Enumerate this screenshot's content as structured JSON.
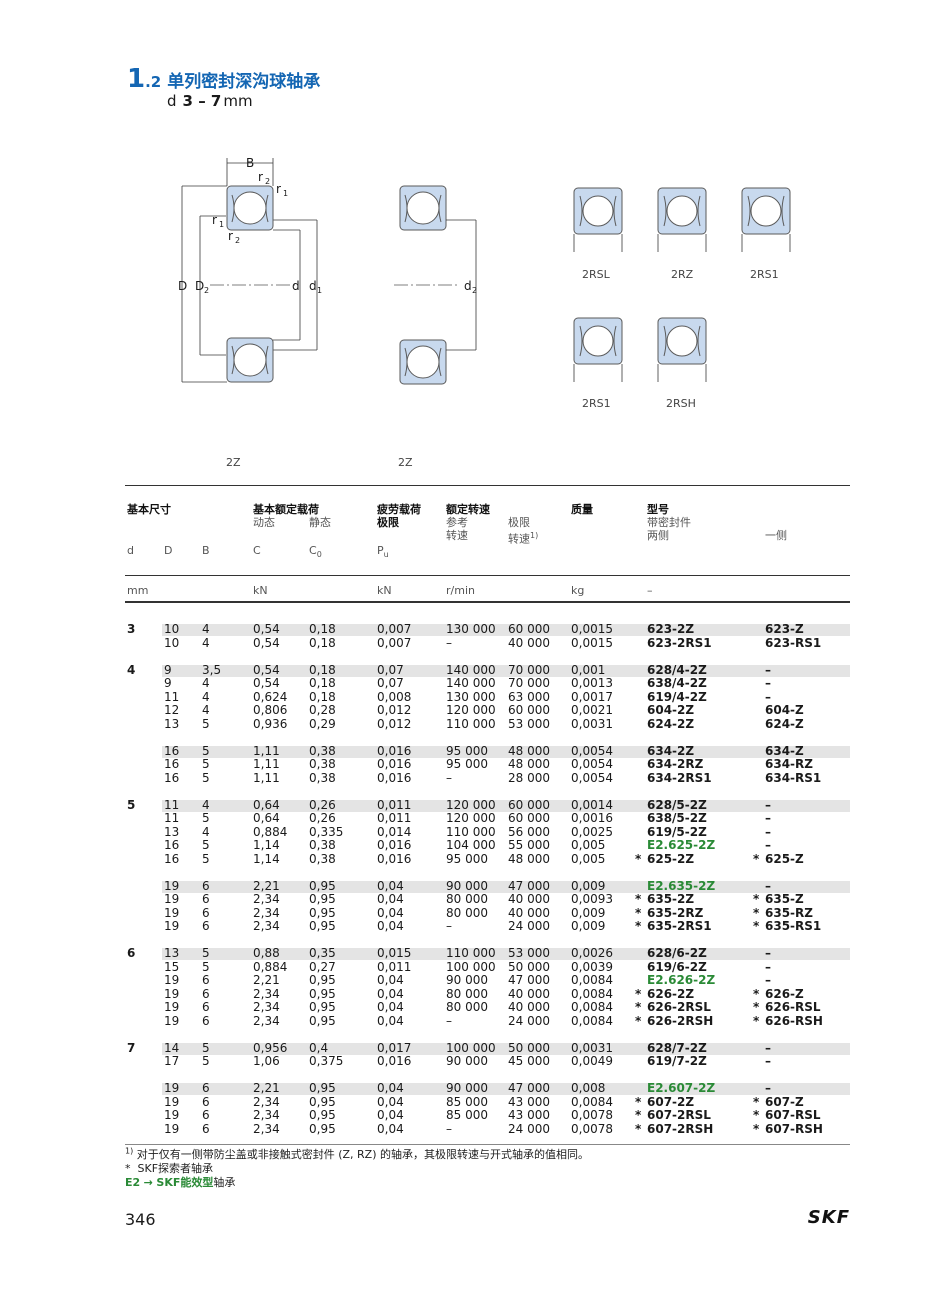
{
  "section": {
    "number": "1",
    "sub": ".2",
    "title": "单列密封深沟球轴承",
    "d_prefix": "d",
    "range": "3 – 7",
    "unit": "mm"
  },
  "drawings": {
    "dim_B": "B",
    "dim_r1": "r",
    "dim_r2": "r",
    "dim_r_sub1": "1",
    "dim_r_sub2": "2",
    "dim_D": "D",
    "dim_D2": "D",
    "dim_D2_sub": "2",
    "dim_d": "d",
    "dim_d1": "d",
    "dim_d1_sub": "1",
    "dim_d2": "d",
    "dim_d2_sub": "2",
    "main_caption": "2Z",
    "second_caption": "2Z",
    "variants": [
      "2RSL",
      "2RZ",
      "2RS1",
      "2RS1",
      "2RSH"
    ]
  },
  "table": {
    "headers": {
      "main_dims": "基本尺寸",
      "load_ratings": "基本额定载荷",
      "dynamic": "动态",
      "static": "静态",
      "fatigue": "疲劳载荷",
      "fatigue2": "极限",
      "speed": "额定转速",
      "ref": "参考",
      "ref2": "转速",
      "limit": "极限",
      "limit2": "转速",
      "limit_sup": "1)",
      "mass": "质量",
      "designation": "型号",
      "seal": "带密封件",
      "both": "两侧",
      "one": "一侧"
    },
    "symbols": {
      "d": "d",
      "D": "D",
      "B": "B",
      "C": "C",
      "C0": "C",
      "C0_sub": "0",
      "Pu": "P",
      "Pu_sub": "u"
    },
    "units": {
      "mm": "mm",
      "kN1": "kN",
      "kN2": "kN",
      "rmin": "r/min",
      "kg": "kg",
      "dash": "–"
    },
    "groups": [
      {
        "d": "3",
        "rows": [
          [
            "10",
            "4",
            "0,54",
            "0,18",
            "0,007",
            "130 000",
            "60 000",
            "0,0015",
            "",
            "623-2Z",
            "",
            "623-Z",
            ""
          ],
          [
            "10",
            "4",
            "0,54",
            "0,18",
            "0,007",
            "–",
            "40 000",
            "0,0015",
            "",
            "623-2RS1",
            "",
            "623-RS1",
            ""
          ]
        ]
      },
      {
        "d": "4",
        "rows": [
          [
            "9",
            "3,5",
            "0,54",
            "0,18",
            "0,07",
            "140 000",
            "70 000",
            "0,001",
            "",
            "628/4-2Z",
            "",
            "–",
            ""
          ],
          [
            "9",
            "4",
            "0,54",
            "0,18",
            "0,07",
            "140 000",
            "70 000",
            "0,0013",
            "",
            "638/4-2Z",
            "",
            "–",
            ""
          ],
          [
            "11",
            "4",
            "0,624",
            "0,18",
            "0,008",
            "130 000",
            "63 000",
            "0,0017",
            "",
            "619/4-2Z",
            "",
            "–",
            ""
          ],
          [
            "12",
            "4",
            "0,806",
            "0,28",
            "0,012",
            "120 000",
            "60 000",
            "0,0021",
            "",
            "604-2Z",
            "",
            "604-Z",
            ""
          ],
          [
            "13",
            "5",
            "0,936",
            "0,29",
            "0,012",
            "110 000",
            "53 000",
            "0,0031",
            "",
            "624-2Z",
            "",
            "624-Z",
            ""
          ]
        ]
      },
      {
        "d": "",
        "rows": [
          [
            "16",
            "5",
            "1,11",
            "0,38",
            "0,016",
            "95 000",
            "48 000",
            "0,0054",
            "",
            "634-2Z",
            "",
            "634-Z",
            ""
          ],
          [
            "16",
            "5",
            "1,11",
            "0,38",
            "0,016",
            "95 000",
            "48 000",
            "0,0054",
            "",
            "634-2RZ",
            "",
            "634-RZ",
            ""
          ],
          [
            "16",
            "5",
            "1,11",
            "0,38",
            "0,016",
            "–",
            "28 000",
            "0,0054",
            "",
            "634-2RS1",
            "",
            "634-RS1",
            ""
          ]
        ]
      },
      {
        "d": "5",
        "rows": [
          [
            "11",
            "4",
            "0,64",
            "0,26",
            "0,011",
            "120 000",
            "60 000",
            "0,0014",
            "",
            "628/5-2Z",
            "",
            "–",
            ""
          ],
          [
            "11",
            "5",
            "0,64",
            "0,26",
            "0,011",
            "120 000",
            "60 000",
            "0,0016",
            "",
            "638/5-2Z",
            "",
            "–",
            ""
          ],
          [
            "13",
            "4",
            "0,884",
            "0,335",
            "0,014",
            "110 000",
            "56 000",
            "0,0025",
            "",
            "619/5-2Z",
            "",
            "–",
            ""
          ],
          [
            "16",
            "5",
            "1,14",
            "0,38",
            "0,016",
            "104 000",
            "55 000",
            "0,005",
            "",
            "E2.625-2Z",
            "g",
            "–",
            ""
          ],
          [
            "16",
            "5",
            "1,14",
            "0,38",
            "0,016",
            "95 000",
            "48 000",
            "0,005",
            "*",
            "625-2Z",
            "",
            "625-Z",
            "*"
          ]
        ]
      },
      {
        "d": "",
        "rows": [
          [
            "19",
            "6",
            "2,21",
            "0,95",
            "0,04",
            "90 000",
            "47 000",
            "0,009",
            "",
            "E2.635-2Z",
            "g",
            "–",
            ""
          ],
          [
            "19",
            "6",
            "2,34",
            "0,95",
            "0,04",
            "80 000",
            "40 000",
            "0,0093",
            "*",
            "635-2Z",
            "",
            "635-Z",
            "*"
          ],
          [
            "19",
            "6",
            "2,34",
            "0,95",
            "0,04",
            "80 000",
            "40 000",
            "0,009",
            "*",
            "635-2RZ",
            "",
            "635-RZ",
            "*"
          ],
          [
            "19",
            "6",
            "2,34",
            "0,95",
            "0,04",
            "–",
            "24 000",
            "0,009",
            "*",
            "635-2RS1",
            "",
            "635-RS1",
            "*"
          ]
        ]
      },
      {
        "d": "6",
        "rows": [
          [
            "13",
            "5",
            "0,88",
            "0,35",
            "0,015",
            "110 000",
            "53 000",
            "0,0026",
            "",
            "628/6-2Z",
            "",
            "–",
            ""
          ],
          [
            "15",
            "5",
            "0,884",
            "0,27",
            "0,011",
            "100 000",
            "50 000",
            "0,0039",
            "",
            "619/6-2Z",
            "",
            "–",
            ""
          ],
          [
            "19",
            "6",
            "2,21",
            "0,95",
            "0,04",
            "90 000",
            "47 000",
            "0,0084",
            "",
            "E2.626-2Z",
            "g",
            "–",
            ""
          ],
          [
            "19",
            "6",
            "2,34",
            "0,95",
            "0,04",
            "80 000",
            "40 000",
            "0,0084",
            "*",
            "626-2Z",
            "",
            "626-Z",
            "*"
          ],
          [
            "19",
            "6",
            "2,34",
            "0,95",
            "0,04",
            "80 000",
            "40 000",
            "0,0084",
            "*",
            "626-2RSL",
            "",
            "626-RSL",
            "*"
          ],
          [
            "19",
            "6",
            "2,34",
            "0,95",
            "0,04",
            "–",
            "24 000",
            "0,0084",
            "*",
            "626-2RSH",
            "",
            "626-RSH",
            "*"
          ]
        ]
      },
      {
        "d": "7",
        "rows": [
          [
            "14",
            "5",
            "0,956",
            "0,4",
            "0,017",
            "100 000",
            "50 000",
            "0,0031",
            "",
            "628/7-2Z",
            "",
            "–",
            ""
          ],
          [
            "17",
            "5",
            "1,06",
            "0,375",
            "0,016",
            "90 000",
            "45 000",
            "0,0049",
            "",
            "619/7-2Z",
            "",
            "–",
            ""
          ]
        ]
      },
      {
        "d": "",
        "rows": [
          [
            "19",
            "6",
            "2,21",
            "0,95",
            "0,04",
            "90 000",
            "47 000",
            "0,008",
            "",
            "E2.607-2Z",
            "g",
            "–",
            ""
          ],
          [
            "19",
            "6",
            "2,34",
            "0,95",
            "0,04",
            "85 000",
            "43 000",
            "0,0084",
            "*",
            "607-2Z",
            "",
            "607-Z",
            "*"
          ],
          [
            "19",
            "6",
            "2,34",
            "0,95",
            "0,04",
            "85 000",
            "43 000",
            "0,0078",
            "*",
            "607-2RSL",
            "",
            "607-RSL",
            "*"
          ],
          [
            "19",
            "6",
            "2,34",
            "0,95",
            "0,04",
            "–",
            "24 000",
            "0,0078",
            "*",
            "607-2RSH",
            "",
            "607-RSH",
            "*"
          ]
        ]
      }
    ]
  },
  "footnotes": {
    "fn1_sup": "1)",
    "fn1": "对于仅有一侧带防尘盖或非接触式密封件 (Z, RZ) 的轴承，其极限转速与开式轴承的值相同。",
    "fn2_mark": "*",
    "fn2": "SKF探索者轴承",
    "fn3_code": "E2",
    "fn3_arrow": "→",
    "fn3_green": "SKF能效型",
    "fn3_rest": "轴承"
  },
  "page": {
    "number": "346",
    "brand": "SKF"
  }
}
